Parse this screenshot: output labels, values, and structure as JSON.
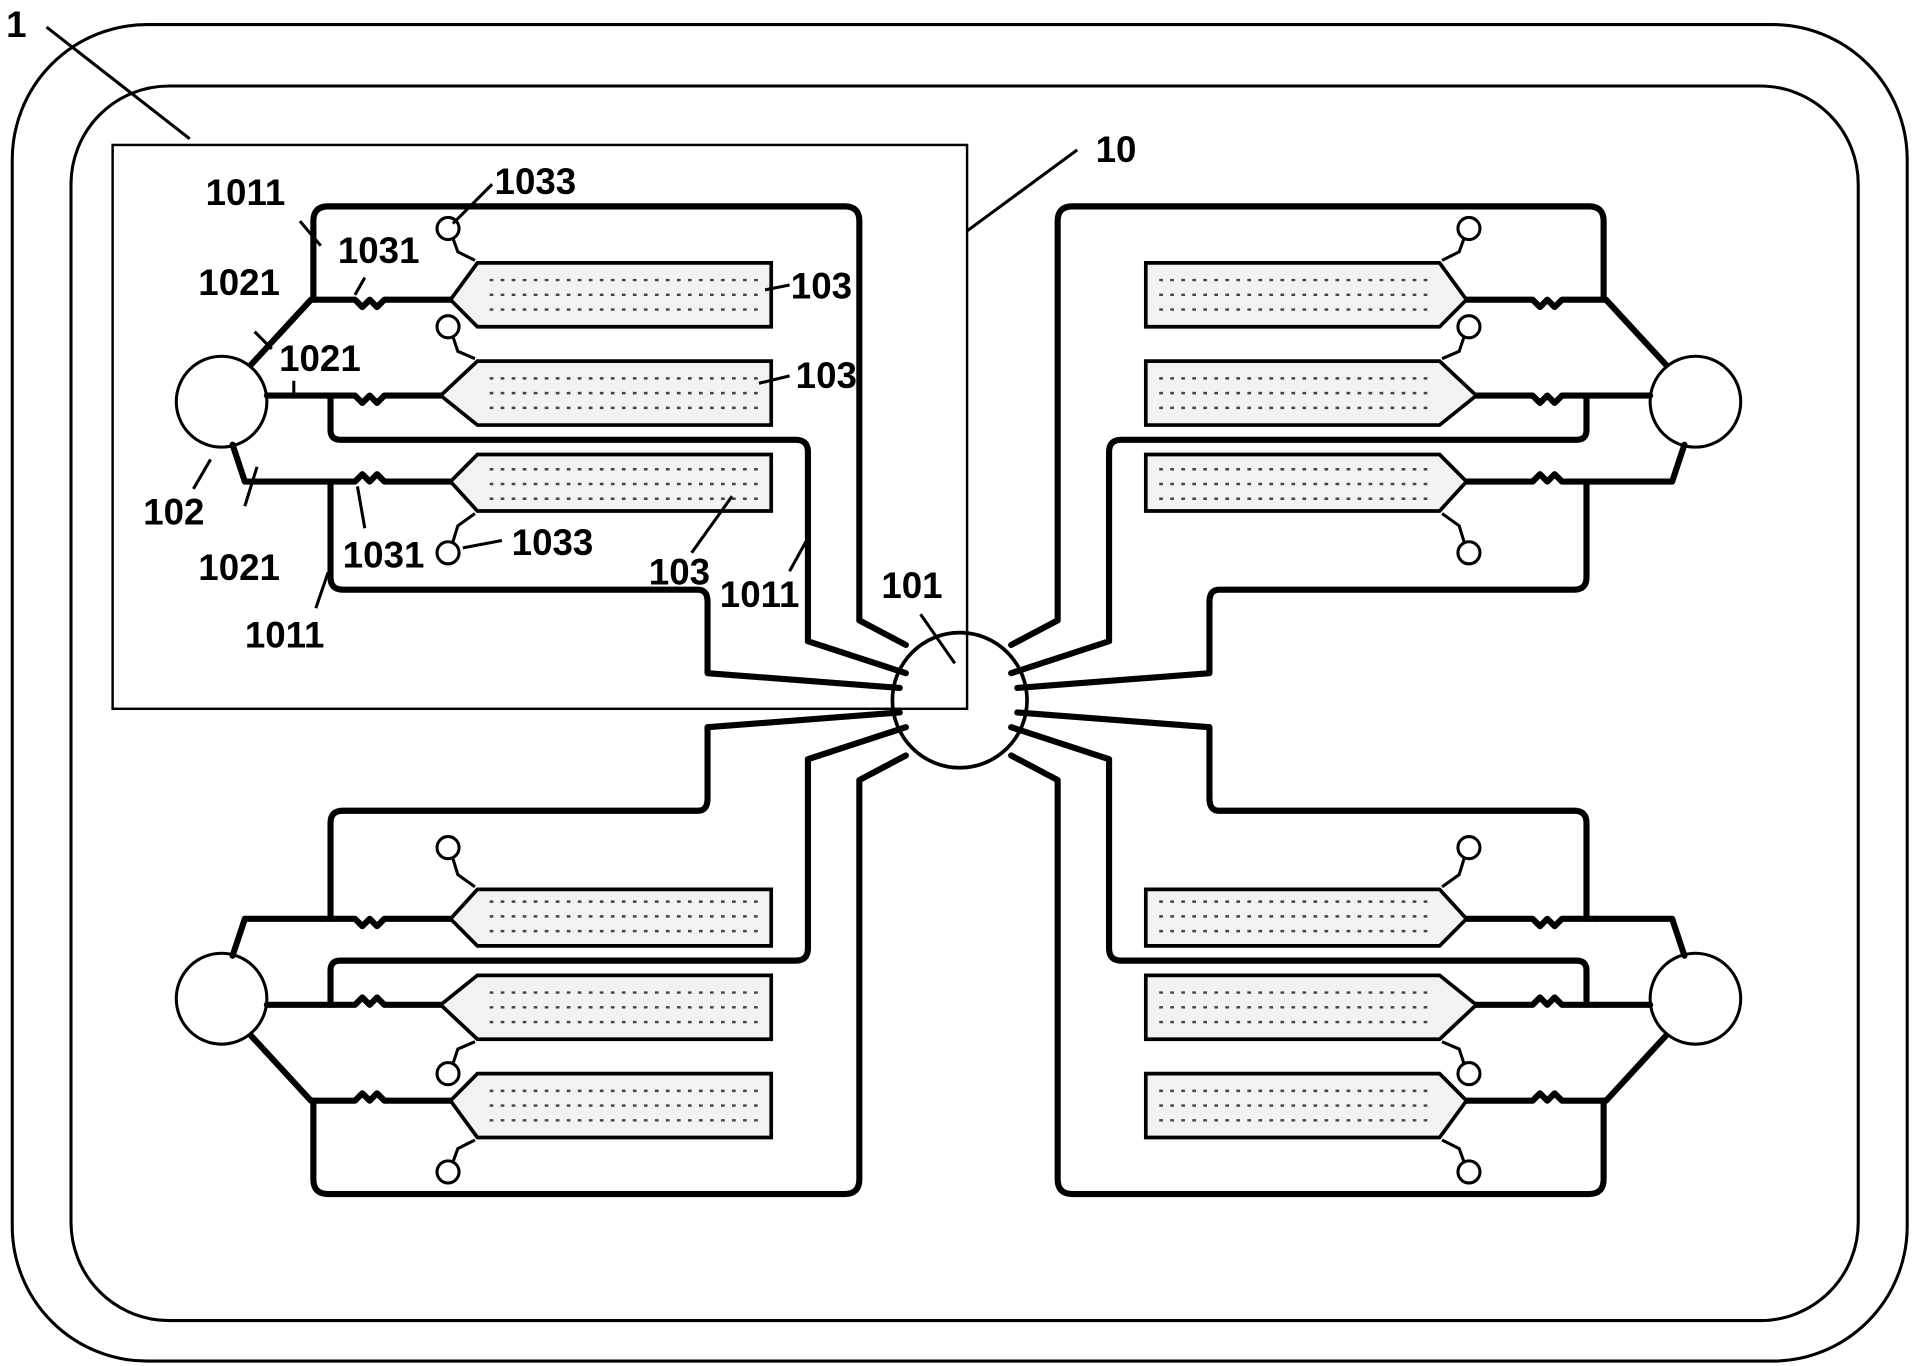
{
  "figure": {
    "description": "Microfluidic chip schematic with central inlet, four symmetric units each with a reservoir, three chambers, and valves",
    "colors": {
      "line": "#000000",
      "background": "#ffffff",
      "chamber_fill": "#f2f2f2"
    }
  },
  "labels": {
    "chip": "1",
    "unit": "10",
    "center_inlet": "101",
    "main_channel_top": "1011",
    "main_channel_bottom": "1011",
    "main_channel_right": "1011",
    "branch_channel_a": "1021",
    "branch_channel_b": "1021",
    "branch_channel_c": "1021",
    "reservoir": "102",
    "valve_top": "1031",
    "valve_bottom": "1031",
    "vent_top": "1033",
    "vent_bottom": "1033",
    "chamber_1": "103",
    "chamber_2": "103",
    "chamber_3": "103"
  }
}
